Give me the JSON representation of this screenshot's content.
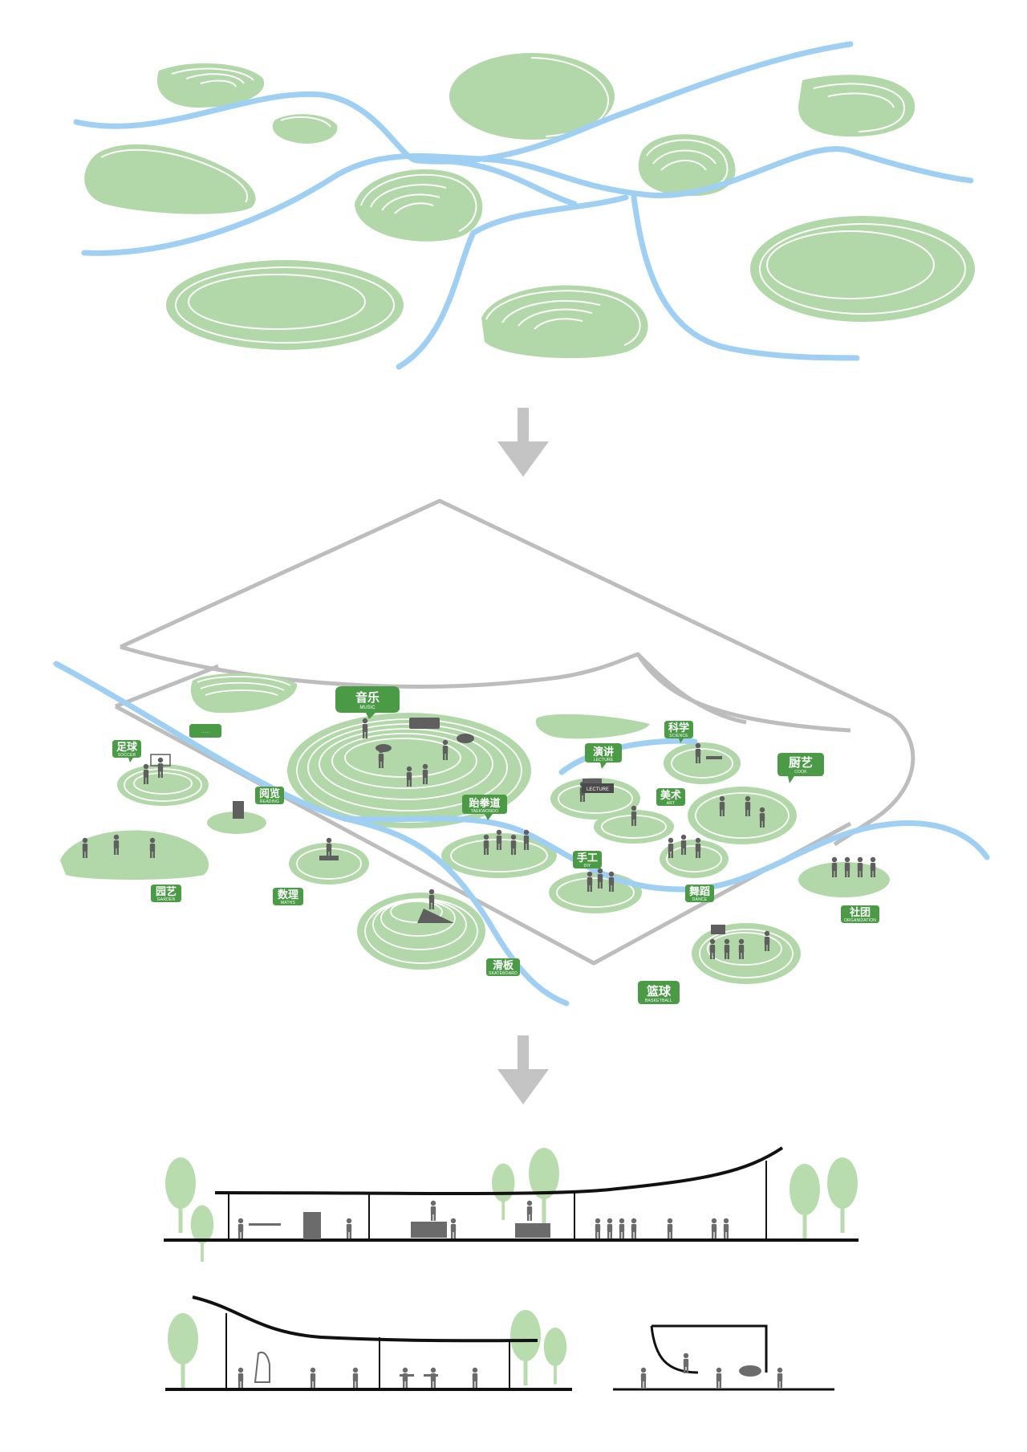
{
  "colors": {
    "mound": "#b2d7a8",
    "mound_line": "#ffffff",
    "river": "#9fd0f3",
    "outline": "#bdbdbd",
    "label": "#4a9a46",
    "figure": "#6b6b6b",
    "tree": "#b8dcae",
    "ground": "#111111",
    "arrow": "#c4c4c4"
  },
  "labels": {
    "music": {
      "cn": "音乐",
      "en": "MUSIC"
    },
    "blank": {
      "cn": "",
      "en": "……"
    },
    "soccer": {
      "cn": "足球",
      "en": "SOCCER"
    },
    "reading": {
      "cn": "阅览",
      "en": "READING"
    },
    "garden": {
      "cn": "园艺",
      "en": "GARDEN"
    },
    "maths": {
      "cn": "数理",
      "en": "MATHS"
    },
    "skateboard": {
      "cn": "滑板",
      "en": "SKATEBOARD"
    },
    "taekwondo": {
      "cn": "跆拳道",
      "en": "TAEKWONDO"
    },
    "lecture": {
      "cn": "演讲",
      "en": "LECTURE"
    },
    "lecture_sign": {
      "cn": "",
      "en": "LECTURE"
    },
    "science": {
      "cn": "科学",
      "en": "SCIENCE"
    },
    "cook": {
      "cn": "厨艺",
      "en": "COOK"
    },
    "art": {
      "cn": "美术",
      "en": "ART"
    },
    "diy": {
      "cn": "手工",
      "en": "DIY"
    },
    "dance": {
      "cn": "舞蹈",
      "en": "DANCE"
    },
    "organization": {
      "cn": "社团",
      "en": "ORGANIZATION"
    },
    "basketball": {
      "cn": "篮球",
      "en": "BASKETBALL"
    }
  },
  "icons": {
    "arrow_1": "down-arrow-icon",
    "arrow_2": "down-arrow-icon",
    "figures": "person-silhouette-icon",
    "tree": "tree-icon"
  }
}
